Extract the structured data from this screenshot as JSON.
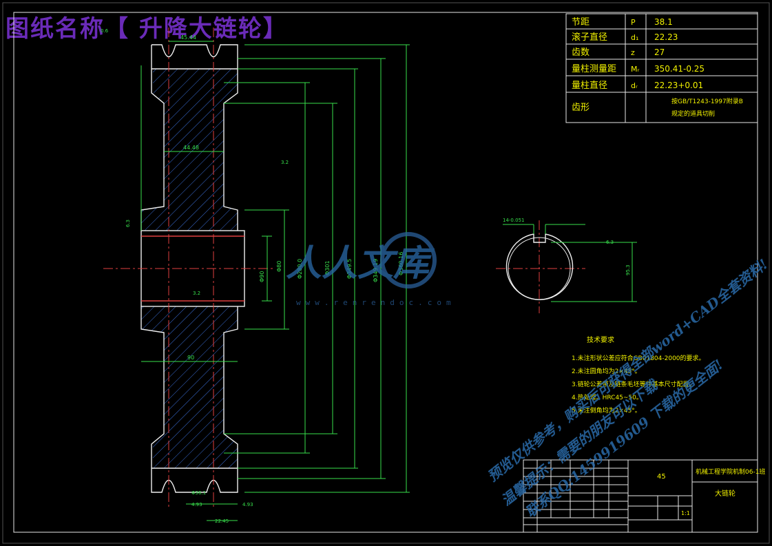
{
  "drawing_title": "图纸名称【 升降大链轮】",
  "params": [
    {
      "label": "节距",
      "sym": "P",
      "val": "38.1"
    },
    {
      "label": "滚子直径",
      "sym": "d₁",
      "val": "22.23"
    },
    {
      "label": "齿数",
      "sym": "z",
      "val": "27"
    },
    {
      "label": "量柱测量距",
      "sym": "Mᵣ",
      "val": "350.41-0.25"
    },
    {
      "label": "量柱直径",
      "sym": "dᵣ",
      "val": "22.23+0.01"
    },
    {
      "label": "齿形",
      "sym": "",
      "val": "按GB/T1243-1997附录B"
    }
  ],
  "tooth_note2": "规定的道具切削",
  "dims": {
    "top_width": "45.44",
    "hub_w": "44.48",
    "bore": "Φ90",
    "d1": "Φ80",
    "d2": "Φ280.0",
    "d3": "Φ301",
    "d4": "Φ349.19",
    "d5": "Φ360.16",
    "d6": "Φ349.5",
    "ra_top": "6.3",
    "ra_mid": "3.2",
    "ra_left": "6.3",
    "ra_bore": "3.2",
    "tol": "0.6",
    "hub_len": "90",
    "bot_a": "4.93",
    "bot_b": "4.93",
    "bot_c": "22.45",
    "bot_d": "Φ36.1",
    "key_w": "14-0.051",
    "key_d": "95.3"
  },
  "tech": {
    "heading": "技术要求",
    "items": [
      "1.未注形状公差应符合GB01804-2000的要求。",
      "2.未注圆角均为2×45°。",
      "3.链轮公差带及链条毛坯等件基本尺寸配置。",
      "4.热处理。HRC45~50。",
      "5.未注倒角均为2×45°。"
    ]
  },
  "tb": {
    "material": "45",
    "company": "机械工程学院机制06-1班",
    "part": "大链轮",
    "scale": "1:1"
  },
  "watermarks": [
    "预览仅供参考，购买后可获得全部word+CAD全套资料!",
    "温馨提示：需要的朋友可以下载",
    "联系QQ:1459919609  下载的更全面!"
  ],
  "site": "www.renrendoc.com",
  "logo_text": "人人文库"
}
